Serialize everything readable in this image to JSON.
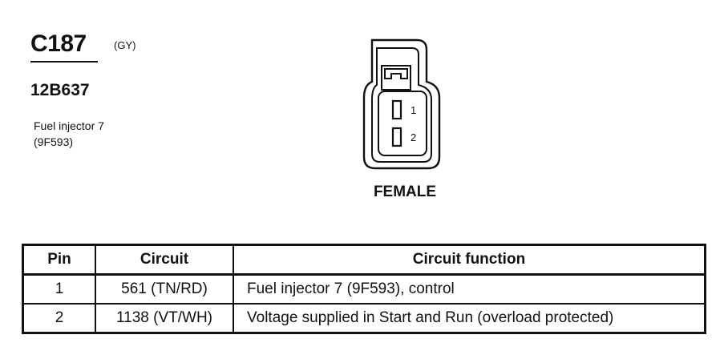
{
  "connector": {
    "id": "C187",
    "color_code": "(GY)",
    "part_number": "12B637",
    "component_name": "Fuel injector 7",
    "component_number": "(9F593)",
    "gender": "FEMALE",
    "pin_labels": [
      "1",
      "2"
    ]
  },
  "table": {
    "headers": {
      "pin": "Pin",
      "circuit": "Circuit",
      "function": "Circuit function"
    },
    "rows": [
      {
        "pin": "1",
        "circuit": "561 (TN/RD)",
        "function": "Fuel injector 7 (9F593), control"
      },
      {
        "pin": "2",
        "circuit": "1138 (VT/WH)",
        "function": "Voltage supplied in Start and Run (overload protected)"
      }
    ]
  },
  "colors": {
    "ink": "#111111",
    "background": "#ffffff"
  }
}
